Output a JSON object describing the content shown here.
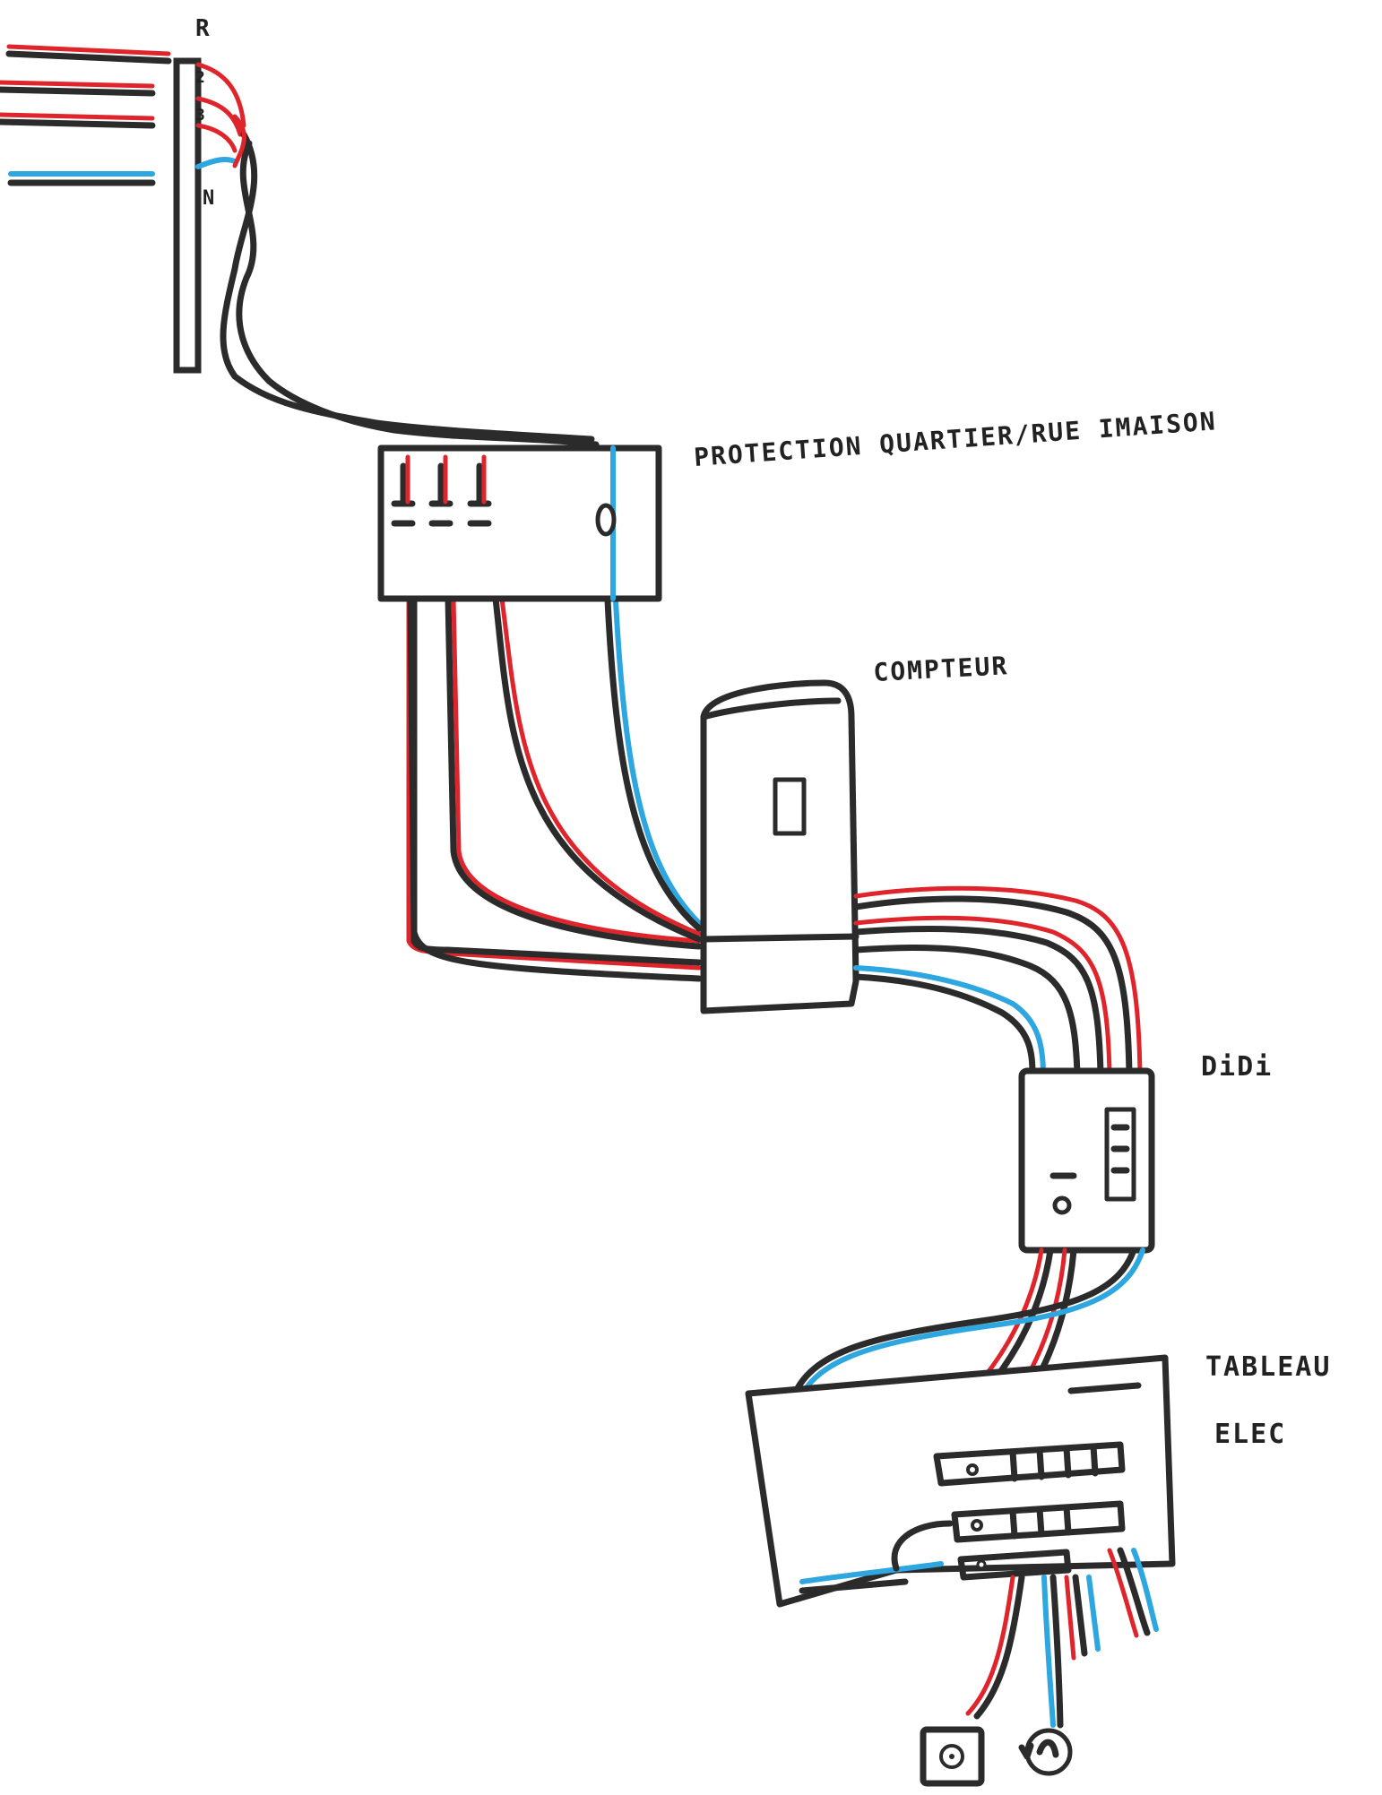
{
  "labels": {
    "pole_top": "R",
    "pole_2": "2",
    "pole_3": "3",
    "pole_n": "N",
    "protection": "PROTECTION QUARTIER/RUE IMAISON",
    "compteur": "COMPTEUR",
    "didi": "DiDi",
    "tableau_line1": "TABLEAU",
    "tableau_line2": "ELEC"
  },
  "colors": {
    "phase": "#e0242c",
    "neutral": "#2ea6e0",
    "outline": "#2b2b2b"
  },
  "icons": {
    "outlet": "socket-icon",
    "lamp": "bulb-icon"
  }
}
